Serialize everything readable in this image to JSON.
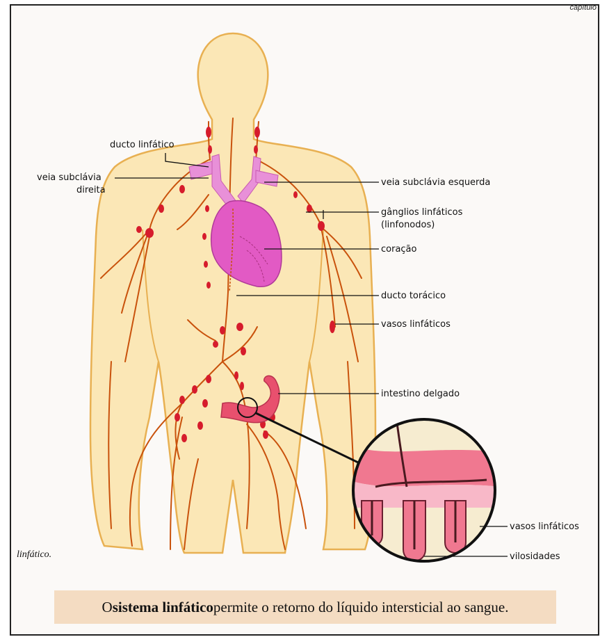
{
  "header": {
    "running_head": "capítulo"
  },
  "labels": {
    "ducto_linfatico": "ducto linfático",
    "veia_subclavia_direita_1": "veia subclávia",
    "veia_subclavia_direita_2": "direita",
    "veia_subclavia_esquerda": "veia subclávia esquerda",
    "ganglios_1": "gânglios linfáticos",
    "ganglios_2": "(linfonodos)",
    "coracao": "coração",
    "ducto_toracico": "ducto torácico",
    "vasos_linfaticos": "vasos linfáticos",
    "intestino_delgado": "intestino delgado",
    "vasos_linfaticos_detalhe": "vasos linfáticos",
    "vilosidades": "vilosidades"
  },
  "figure_tail": "linfático.",
  "caption": {
    "prefix": "O ",
    "bold": "sistema linfático",
    "suffix": " permite o retorno do líquido intersticial ao sangue."
  },
  "colors": {
    "body_fill": "#fbe7b6",
    "body_outline": "#e8b052",
    "vessel": "#c9520c",
    "node": "#d61c2c",
    "heart": "#e25ac4",
    "intestine": "#e8506e",
    "caption_bg": "#f4dcc2"
  }
}
